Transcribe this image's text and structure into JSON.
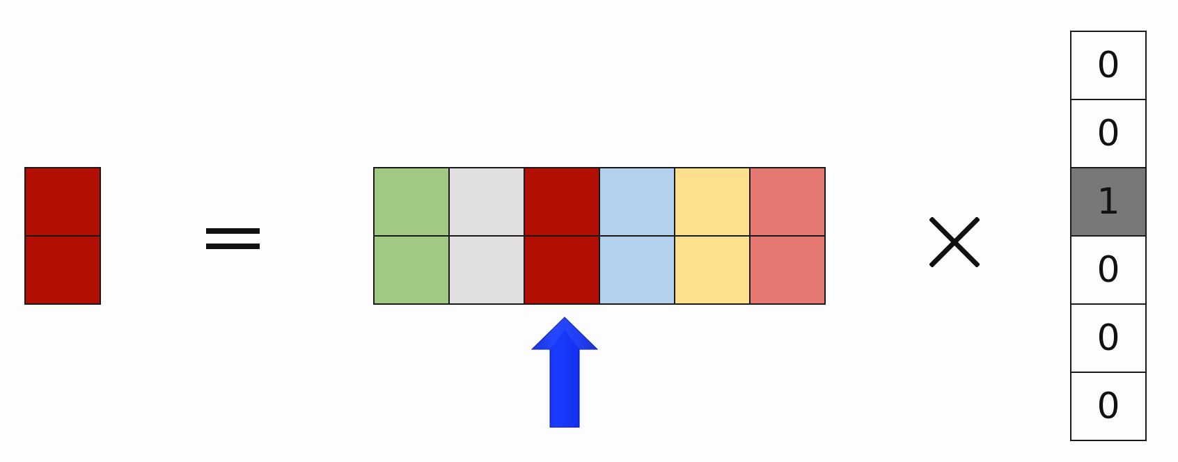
{
  "colors": {
    "green": "#a1c984",
    "gray": "#e1dfe0",
    "dark_red": "#b20f02",
    "blue": "#b3d0ec",
    "yellow": "#fce08e",
    "salmon": "#e57871",
    "highlight": "#787878",
    "arrow": "#1330f0"
  },
  "matrix": {
    "rows": 2,
    "column_colors": [
      "#a1c984",
      "#e1dfe0",
      "#b20f02",
      "#b3d0ec",
      "#fce08e",
      "#e57871"
    ]
  },
  "result": {
    "cell_color": "#b20f02",
    "rows": 2
  },
  "vector": {
    "values": [
      "0",
      "0",
      "1",
      "0",
      "0",
      "0"
    ],
    "highlighted_index": 2
  },
  "arrow": {
    "points_to_column": 2
  }
}
